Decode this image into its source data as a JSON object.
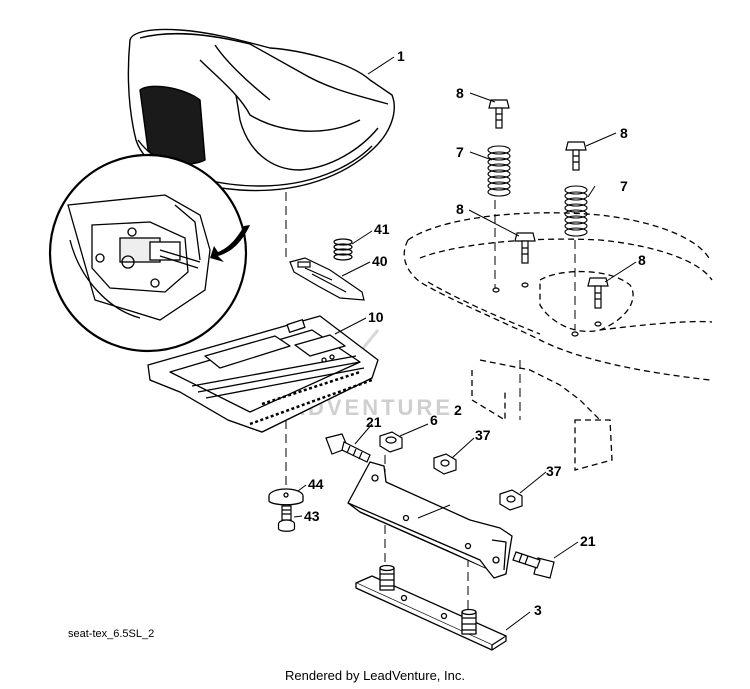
{
  "callouts": {
    "seat": "1",
    "seat_bracket": "2",
    "mounting_plate": "3",
    "nut_6": "6",
    "spring_left": "7",
    "spring_right": "7",
    "bolt_top_left": "8",
    "bolt_top_right": "8",
    "bolt_mid_left": "8",
    "bolt_mid_right": "8",
    "seat_pan": "10",
    "bolt_21_top": "21",
    "bolt_21_bottom": "21",
    "nut_37_top": "37",
    "nut_37_bottom": "37",
    "clip_40": "40",
    "spring_41": "41",
    "bumper_44": "44",
    "screw_43": "43"
  },
  "watermark": "LEADVENTURE",
  "diagram_code": "seat-tex_6.5SL_2",
  "render_credit": "Rendered by LeadVenture, Inc.",
  "colors": {
    "line": "#000000",
    "background": "#ffffff",
    "watermark": "#cfcfcf"
  }
}
